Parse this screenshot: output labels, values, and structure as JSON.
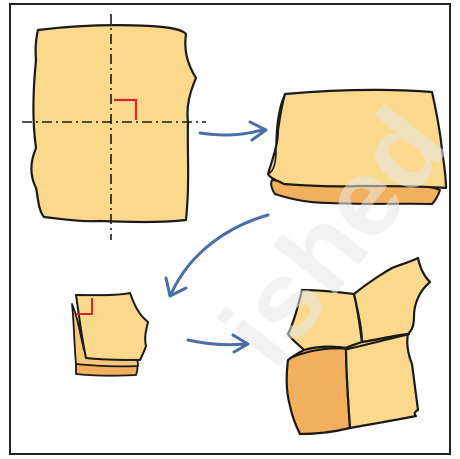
{
  "figure": {
    "border_color": "#222222",
    "paper_fill": "#fad98c",
    "paper_shadow": "#f2b05e",
    "outline_color": "#1a1a1a",
    "arrow_color": "#4a6fa5",
    "right_angle_color": "#e0202a",
    "watermark": "ished",
    "steps": [
      {
        "name": "unfolded-paper-with-fold-lines"
      },
      {
        "name": "paper-folded-in-half"
      },
      {
        "name": "paper-folded-into-quarter"
      },
      {
        "name": "paper-unfolded-showing-creases"
      }
    ]
  }
}
